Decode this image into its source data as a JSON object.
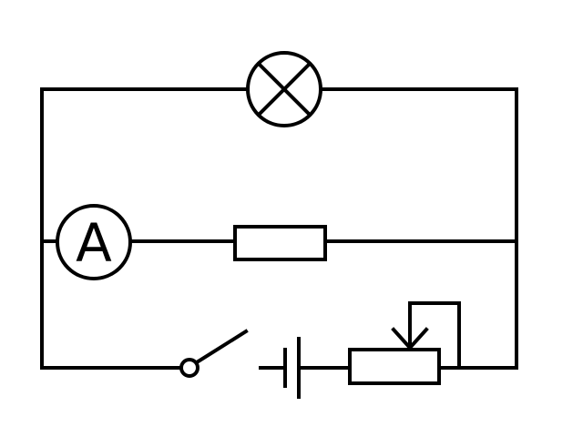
{
  "diagram": {
    "type": "circuit-schematic",
    "colors": {
      "stroke": "#000000",
      "background": "#ffffff"
    },
    "components": [
      {
        "id": "lamp",
        "kind": "lamp",
        "icon": "lamp-cross-circle-icon"
      },
      {
        "id": "ammeter",
        "kind": "ammeter",
        "icon": "ammeter-circle-icon",
        "label": "A"
      },
      {
        "id": "resistor",
        "kind": "fixed-resistor",
        "icon": "resistor-rect-icon"
      },
      {
        "id": "switch",
        "kind": "switch",
        "state": "open",
        "icon": "open-switch-icon"
      },
      {
        "id": "battery",
        "kind": "cell",
        "icon": "battery-cell-icon"
      },
      {
        "id": "rheostat",
        "kind": "variable-resistor",
        "icon": "rheostat-slider-icon"
      }
    ]
  }
}
